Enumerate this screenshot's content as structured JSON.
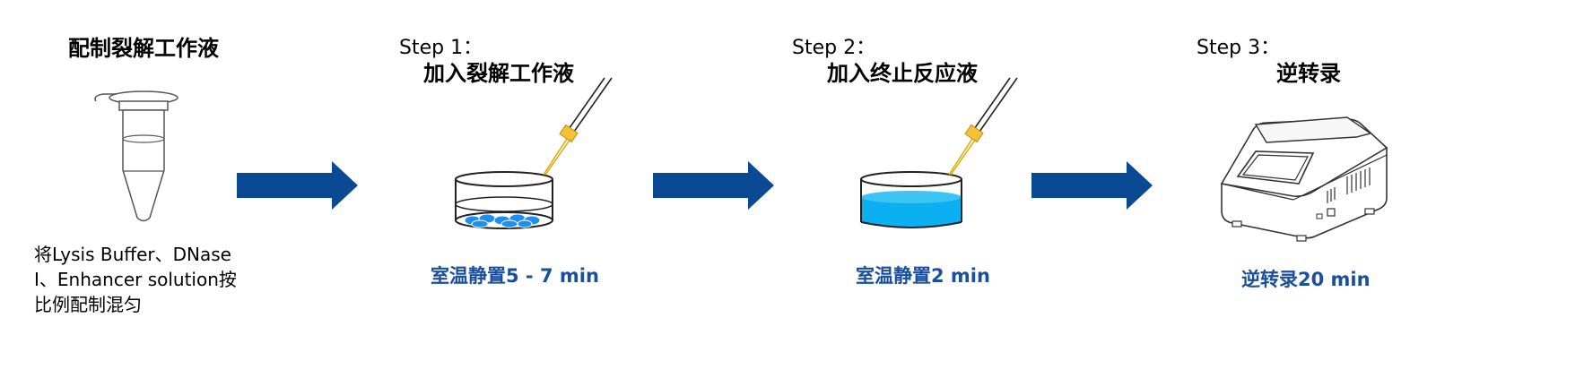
{
  "colors": {
    "arrow": "#0a4a94",
    "caption": "#1a4fa0",
    "liquid": "#0ab0ef",
    "cells": "#1e8ff0",
    "pipette_tip": "#f3c13a"
  },
  "prep": {
    "title": "配制裂解工作液",
    "description_lines": [
      "将Lysis Buffer、DNase",
      "Ⅰ、Enhancer solution按",
      "比例配制混匀"
    ]
  },
  "steps": [
    {
      "label": "Step 1：",
      "title": "加入裂解工作液",
      "caption": "室温静置5 - 7 min"
    },
    {
      "label": "Step 2：",
      "title": "加入终止反应液",
      "caption": "室温静置2 min"
    },
    {
      "label": "Step 3：",
      "title": "逆转录",
      "caption": "逆转录20 min"
    }
  ],
  "icons": [
    "microcentrifuge-tube-icon",
    "arrow-right-icon",
    "culture-dish-icon",
    "pipette-icon",
    "thermal-cycler-icon"
  ]
}
